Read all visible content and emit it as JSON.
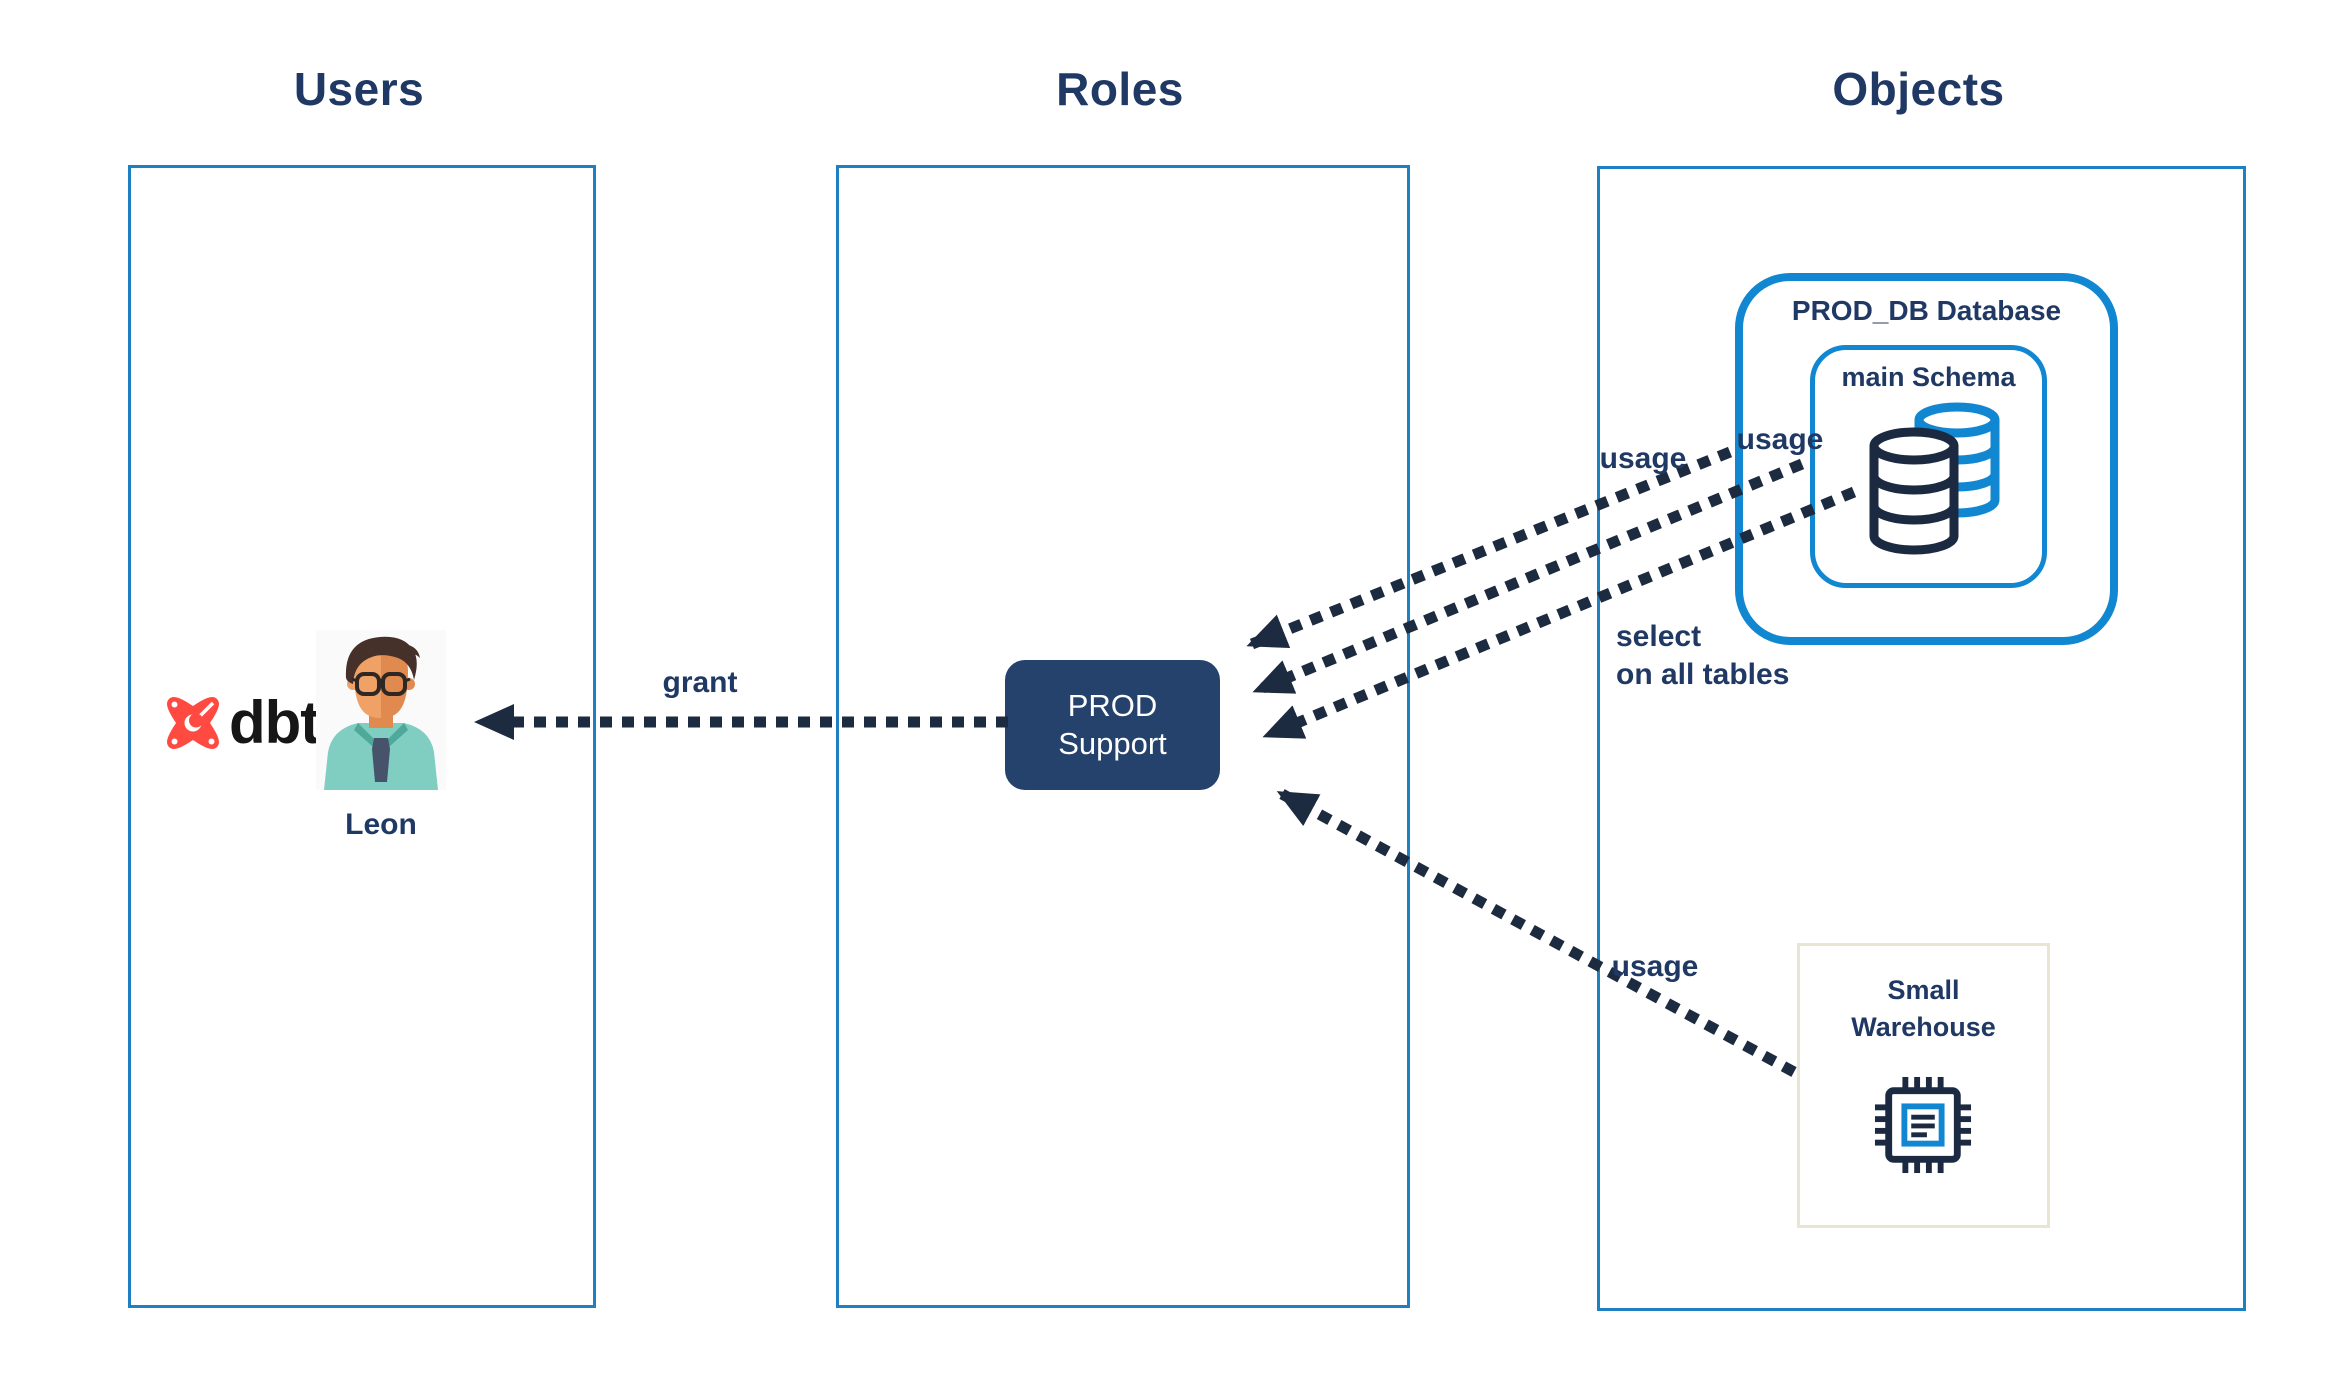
{
  "titles": {
    "users": "Users",
    "roles": "Roles",
    "objects": "Objects"
  },
  "users_column": {
    "dbt_label": "dbt",
    "user_name": "Leon"
  },
  "roles_column": {
    "prod_support_role": "PROD Support"
  },
  "objects_column": {
    "database_title": "PROD_DB Database",
    "schema_title": "main Schema",
    "warehouse_title": "Small Warehouse"
  },
  "edge_labels": {
    "grant": "grant",
    "usage_database": "usage",
    "usage_schema": "usage",
    "select_line1": "select",
    "select_line2": "on all tables",
    "usage_warehouse": "usage"
  },
  "colors": {
    "title_navy": "#1F3864",
    "column_border_blue": "#1E7FC2",
    "database_border_blue": "#1287D1",
    "role_fill_navy": "#24426B",
    "arrow_navy": "#1C2B3F",
    "warehouse_border_beige": "#E9E5D3",
    "dbt_orange": "#FF4A42",
    "icon_navy": "#1B2A41",
    "shirt_teal": "#7FCEC1",
    "skin_tone": "#EF9F5F"
  }
}
